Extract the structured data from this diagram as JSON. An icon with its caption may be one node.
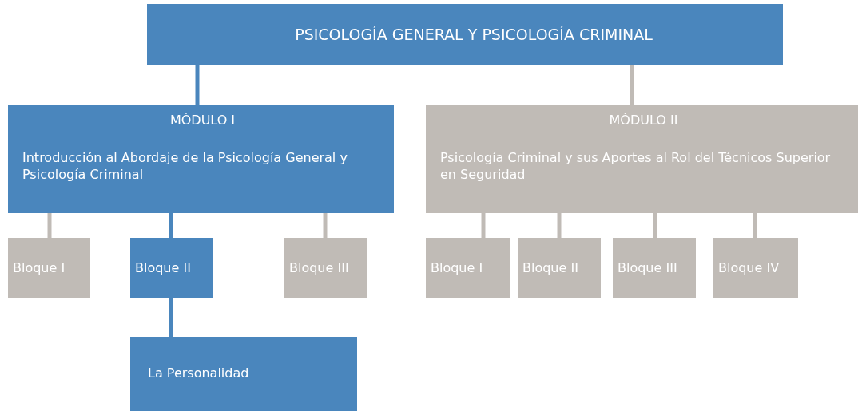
{
  "diagram": {
    "nodes": [
      {
        "text": [
          "PSICOLOGÍA GENERAL Y PSICOLOGÍA CRIMINAL"
        ]
      },
      {
        "text": [
          "MÓDULO I",
          "Introducción al Abordaje de la Psicología General y Psicología Criminal"
        ]
      },
      {
        "text": [
          "MÓDULO II",
          "Psicología Criminal y sus Aportes al Rol del Técnicos Superior en Seguridad"
        ]
      },
      {
        "text": [
          "Bloque I"
        ]
      },
      {
        "text": [
          "Bloque II"
        ]
      },
      {
        "text": [
          "Bloque III"
        ]
      },
      {
        "text": [
          "Bloque I"
        ]
      },
      {
        "text": [
          "Bloque II"
        ]
      },
      {
        "text": [
          "Bloque III"
        ]
      },
      {
        "text": [
          "Bloque IV"
        ]
      },
      {
        "text": [
          "La Personalidad"
        ]
      }
    ],
    "edges": [
      {
        "from": 0,
        "to": 1,
        "arrow": "none",
        "color": "#4a86bd"
      },
      {
        "from": 0,
        "to": 2,
        "arrow": "none"
      },
      {
        "from": 1,
        "to": 3,
        "arrow": "none"
      },
      {
        "from": 1,
        "to": 4,
        "arrow": "none",
        "color": "#4a86bd"
      },
      {
        "from": 1,
        "to": 5,
        "arrow": "none"
      },
      {
        "from": 2,
        "to": 6,
        "arrow": "none"
      },
      {
        "from": 2,
        "to": 7,
        "arrow": "none"
      },
      {
        "from": 2,
        "to": 8,
        "arrow": "none"
      },
      {
        "from": 2,
        "to": 9,
        "arrow": "none"
      },
      {
        "from": 4,
        "to": 10,
        "arrow": "none",
        "color": "#4a86bd"
      }
    ]
  }
}
